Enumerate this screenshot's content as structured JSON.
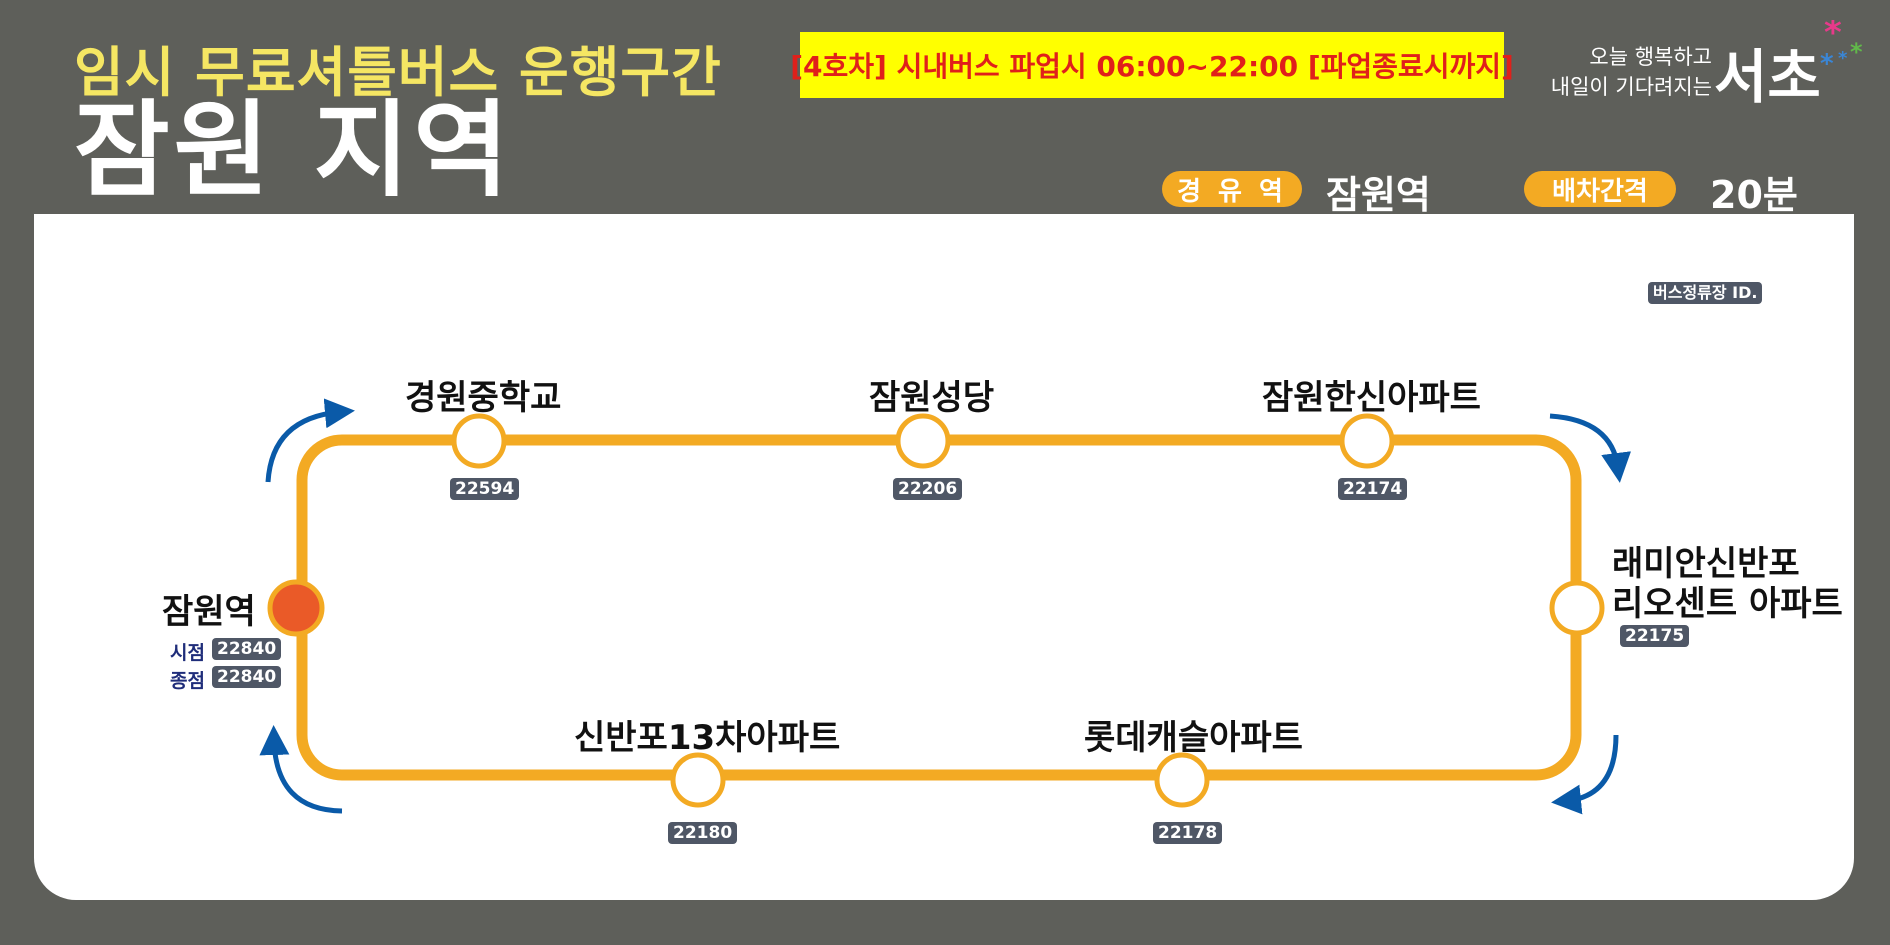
{
  "header": {
    "subtitle": "임시 무료셔틀버스 운행구간",
    "title": "잠원 지역",
    "notice": "[4호차] 시내버스  파업시  06:00~22:00 [파업종료시까지]",
    "slogan_line1": "오늘 행복하고",
    "slogan_line2": "내일이 기다려지는",
    "logo_text": "서초",
    "via_label": "경 유 역",
    "via_value": "잠원역",
    "interval_label": "배차간격",
    "interval_value": "20분"
  },
  "legend": {
    "stop_id_label": "버스정류장 ID."
  },
  "route": {
    "endpoint": {
      "name": "잠원역",
      "start_label": "시점",
      "start_id": "22840",
      "end_label": "종점",
      "end_id": "22840"
    },
    "stops": [
      {
        "name": "경원중학교",
        "id": "22594"
      },
      {
        "name": "잠원성당",
        "id": "22206"
      },
      {
        "name": "잠원한신아파트",
        "id": "22174"
      },
      {
        "name_line1": "래미안신반포",
        "name_line2": "리오센트 아파트",
        "id": "22175"
      },
      {
        "name": "롯데캐슬아파트",
        "id": "22178"
      },
      {
        "name": "신반포13차아파트",
        "id": "22180"
      }
    ]
  },
  "colors": {
    "background": "#5e5f5a",
    "route_line": "#f3aa23",
    "endpoint_marker": "#ea5a28",
    "direction_arrow": "#0a5aa8",
    "notice_bg": "#ffff00",
    "notice_text": "#e0201b",
    "subtitle_text": "#f5e663",
    "stop_id_bg": "#4f5766"
  }
}
